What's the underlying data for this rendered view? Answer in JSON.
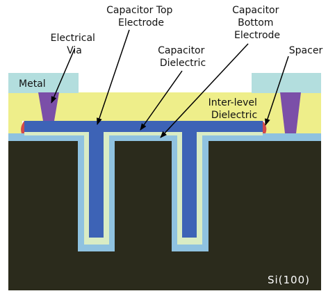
{
  "labels": {
    "electrical_via": [
      "Electrical",
      "Via"
    ],
    "capacitor_top_electrode": [
      "Capacitor Top",
      "Electrode"
    ],
    "capacitor_bottom_electrode": [
      "Capacitor",
      "Bottom",
      "Electrode"
    ],
    "capacitor_dielectric": [
      "Capacitor",
      "Dielectric"
    ],
    "spacer": "Spacer",
    "metal": "Metal",
    "inter_level_dielectric": [
      "Inter-level",
      "Dielectric"
    ],
    "substrate": "Si(100)"
  },
  "colors": {
    "substrate": "#2b2b1c",
    "bottom_electrode": "#8fc2e0",
    "capacitor_dielectric": "#d9ecc4",
    "top_electrode": "#3d63b6",
    "inter_level_dielectric": "#eeee8a",
    "metal": "#b3dede",
    "via": "#7b4fa8",
    "spacer": "#d24a4a"
  }
}
